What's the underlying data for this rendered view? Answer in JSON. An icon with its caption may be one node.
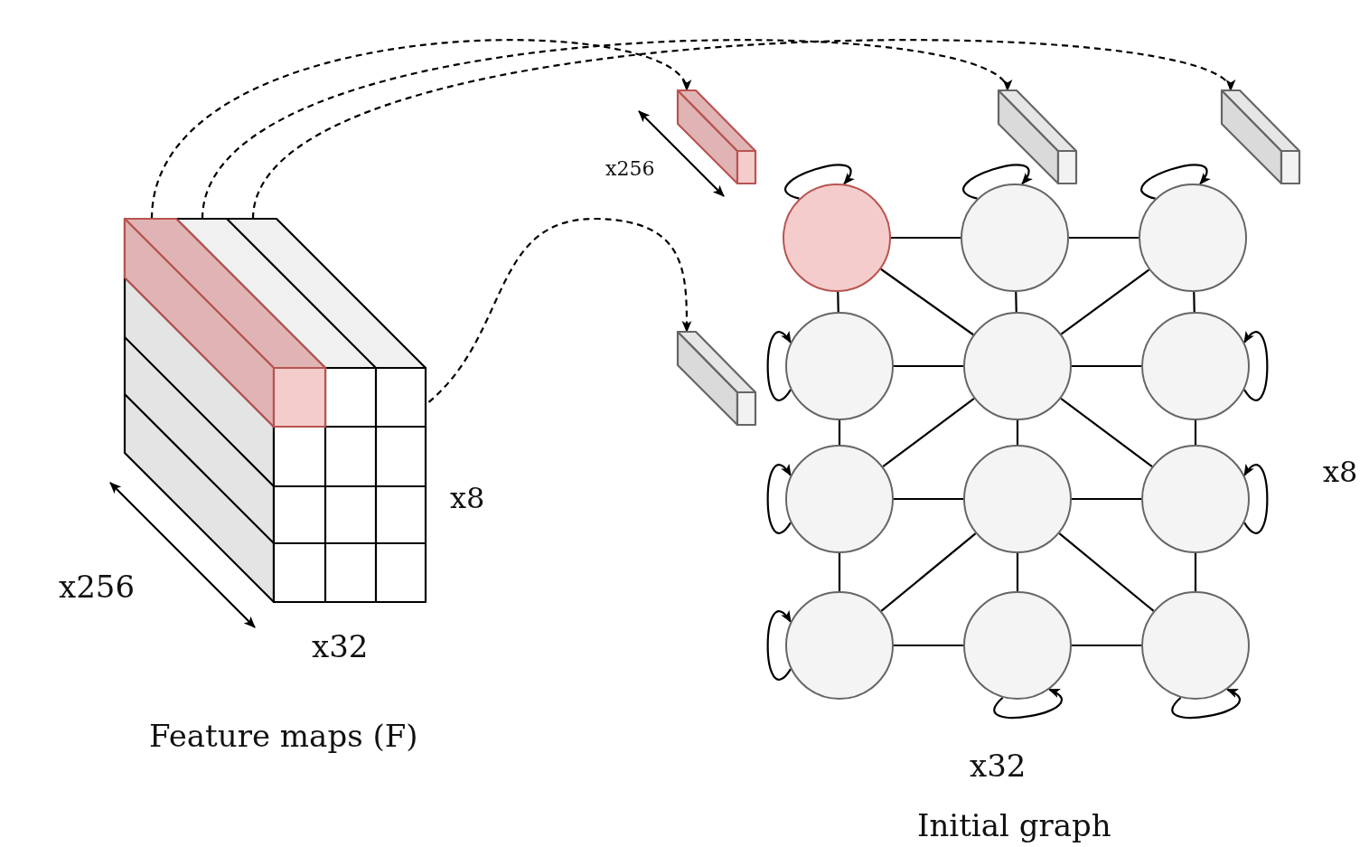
{
  "diagram": {
    "nodes": [
      {
        "text": [],
        "shape": "box"
      },
      {
        "text": [],
        "shape": "box"
      },
      {
        "text": [],
        "shape": "box"
      },
      {
        "text": [],
        "shape": "box"
      },
      {
        "text": [],
        "shape": "box"
      },
      {
        "text": [],
        "shape": "circle"
      },
      {
        "text": [],
        "shape": "circle"
      },
      {
        "text": [],
        "shape": "circle"
      },
      {
        "text": [],
        "shape": "circle"
      },
      {
        "text": [],
        "shape": "circle"
      },
      {
        "text": [],
        "shape": "circle"
      },
      {
        "text": [],
        "shape": "circle"
      },
      {
        "text": [],
        "shape": "circle"
      },
      {
        "text": [],
        "shape": "circle"
      },
      {
        "text": [],
        "shape": "circle"
      },
      {
        "text": [],
        "shape": "circle"
      },
      {
        "text": [],
        "shape": "circle"
      }
    ],
    "edges": [
      {
        "from": 0,
        "to": 1,
        "arrow": "to",
        "style": "dashed"
      },
      {
        "from": 0,
        "to": 2,
        "arrow": "to",
        "style": "dashed"
      },
      {
        "from": 0,
        "to": 3,
        "arrow": "to",
        "style": "dashed"
      },
      {
        "from": 0,
        "to": 4,
        "arrow": "to",
        "style": "dashed"
      },
      {
        "from": 5,
        "to": 5,
        "arrow": "to"
      },
      {
        "from": 6,
        "to": 6,
        "arrow": "to"
      },
      {
        "from": 7,
        "to": 7,
        "arrow": "to"
      },
      {
        "from": 8,
        "to": 8,
        "arrow": "to"
      },
      {
        "from": 10,
        "to": 10,
        "arrow": "to"
      },
      {
        "from": 11,
        "to": 11,
        "arrow": "to"
      },
      {
        "from": 13,
        "to": 13,
        "arrow": "to"
      },
      {
        "from": 14,
        "to": 14,
        "arrow": "to"
      },
      {
        "from": 15,
        "to": 15,
        "arrow": "to"
      },
      {
        "from": 16,
        "to": 16,
        "arrow": "to"
      },
      {
        "from": 5,
        "to": 6,
        "arrow": "none"
      },
      {
        "from": 6,
        "to": 7,
        "arrow": "none"
      },
      {
        "from": 8,
        "to": 9,
        "arrow": "none"
      },
      {
        "from": 9,
        "to": 10,
        "arrow": "none"
      },
      {
        "from": 11,
        "to": 12,
        "arrow": "none"
      },
      {
        "from": 12,
        "to": 13,
        "arrow": "none"
      },
      {
        "from": 14,
        "to": 15,
        "arrow": "none"
      },
      {
        "from": 15,
        "to": 16,
        "arrow": "none"
      },
      {
        "from": 5,
        "to": 8,
        "arrow": "none"
      },
      {
        "from": 6,
        "to": 9,
        "arrow": "none"
      },
      {
        "from": 7,
        "to": 10,
        "arrow": "none"
      },
      {
        "from": 8,
        "to": 11,
        "arrow": "none"
      },
      {
        "from": 9,
        "to": 12,
        "arrow": "none"
      },
      {
        "from": 10,
        "to": 13,
        "arrow": "none"
      },
      {
        "from": 11,
        "to": 14,
        "arrow": "none"
      },
      {
        "from": 12,
        "to": 15,
        "arrow": "none"
      },
      {
        "from": 13,
        "to": 16,
        "arrow": "none"
      },
      {
        "from": 5,
        "to": 9,
        "arrow": "none"
      },
      {
        "from": 7,
        "to": 9,
        "arrow": "none"
      },
      {
        "from": 9,
        "to": 11,
        "arrow": "none"
      },
      {
        "from": 9,
        "to": 13,
        "arrow": "none"
      },
      {
        "from": 12,
        "to": 14,
        "arrow": "none"
      },
      {
        "from": 12,
        "to": 16,
        "arrow": "none"
      }
    ],
    "labels": [
      "x256",
      "x8",
      "x256",
      "x8",
      "x32",
      "x32",
      "Feature maps (F)",
      "Initial graph"
    ]
  }
}
